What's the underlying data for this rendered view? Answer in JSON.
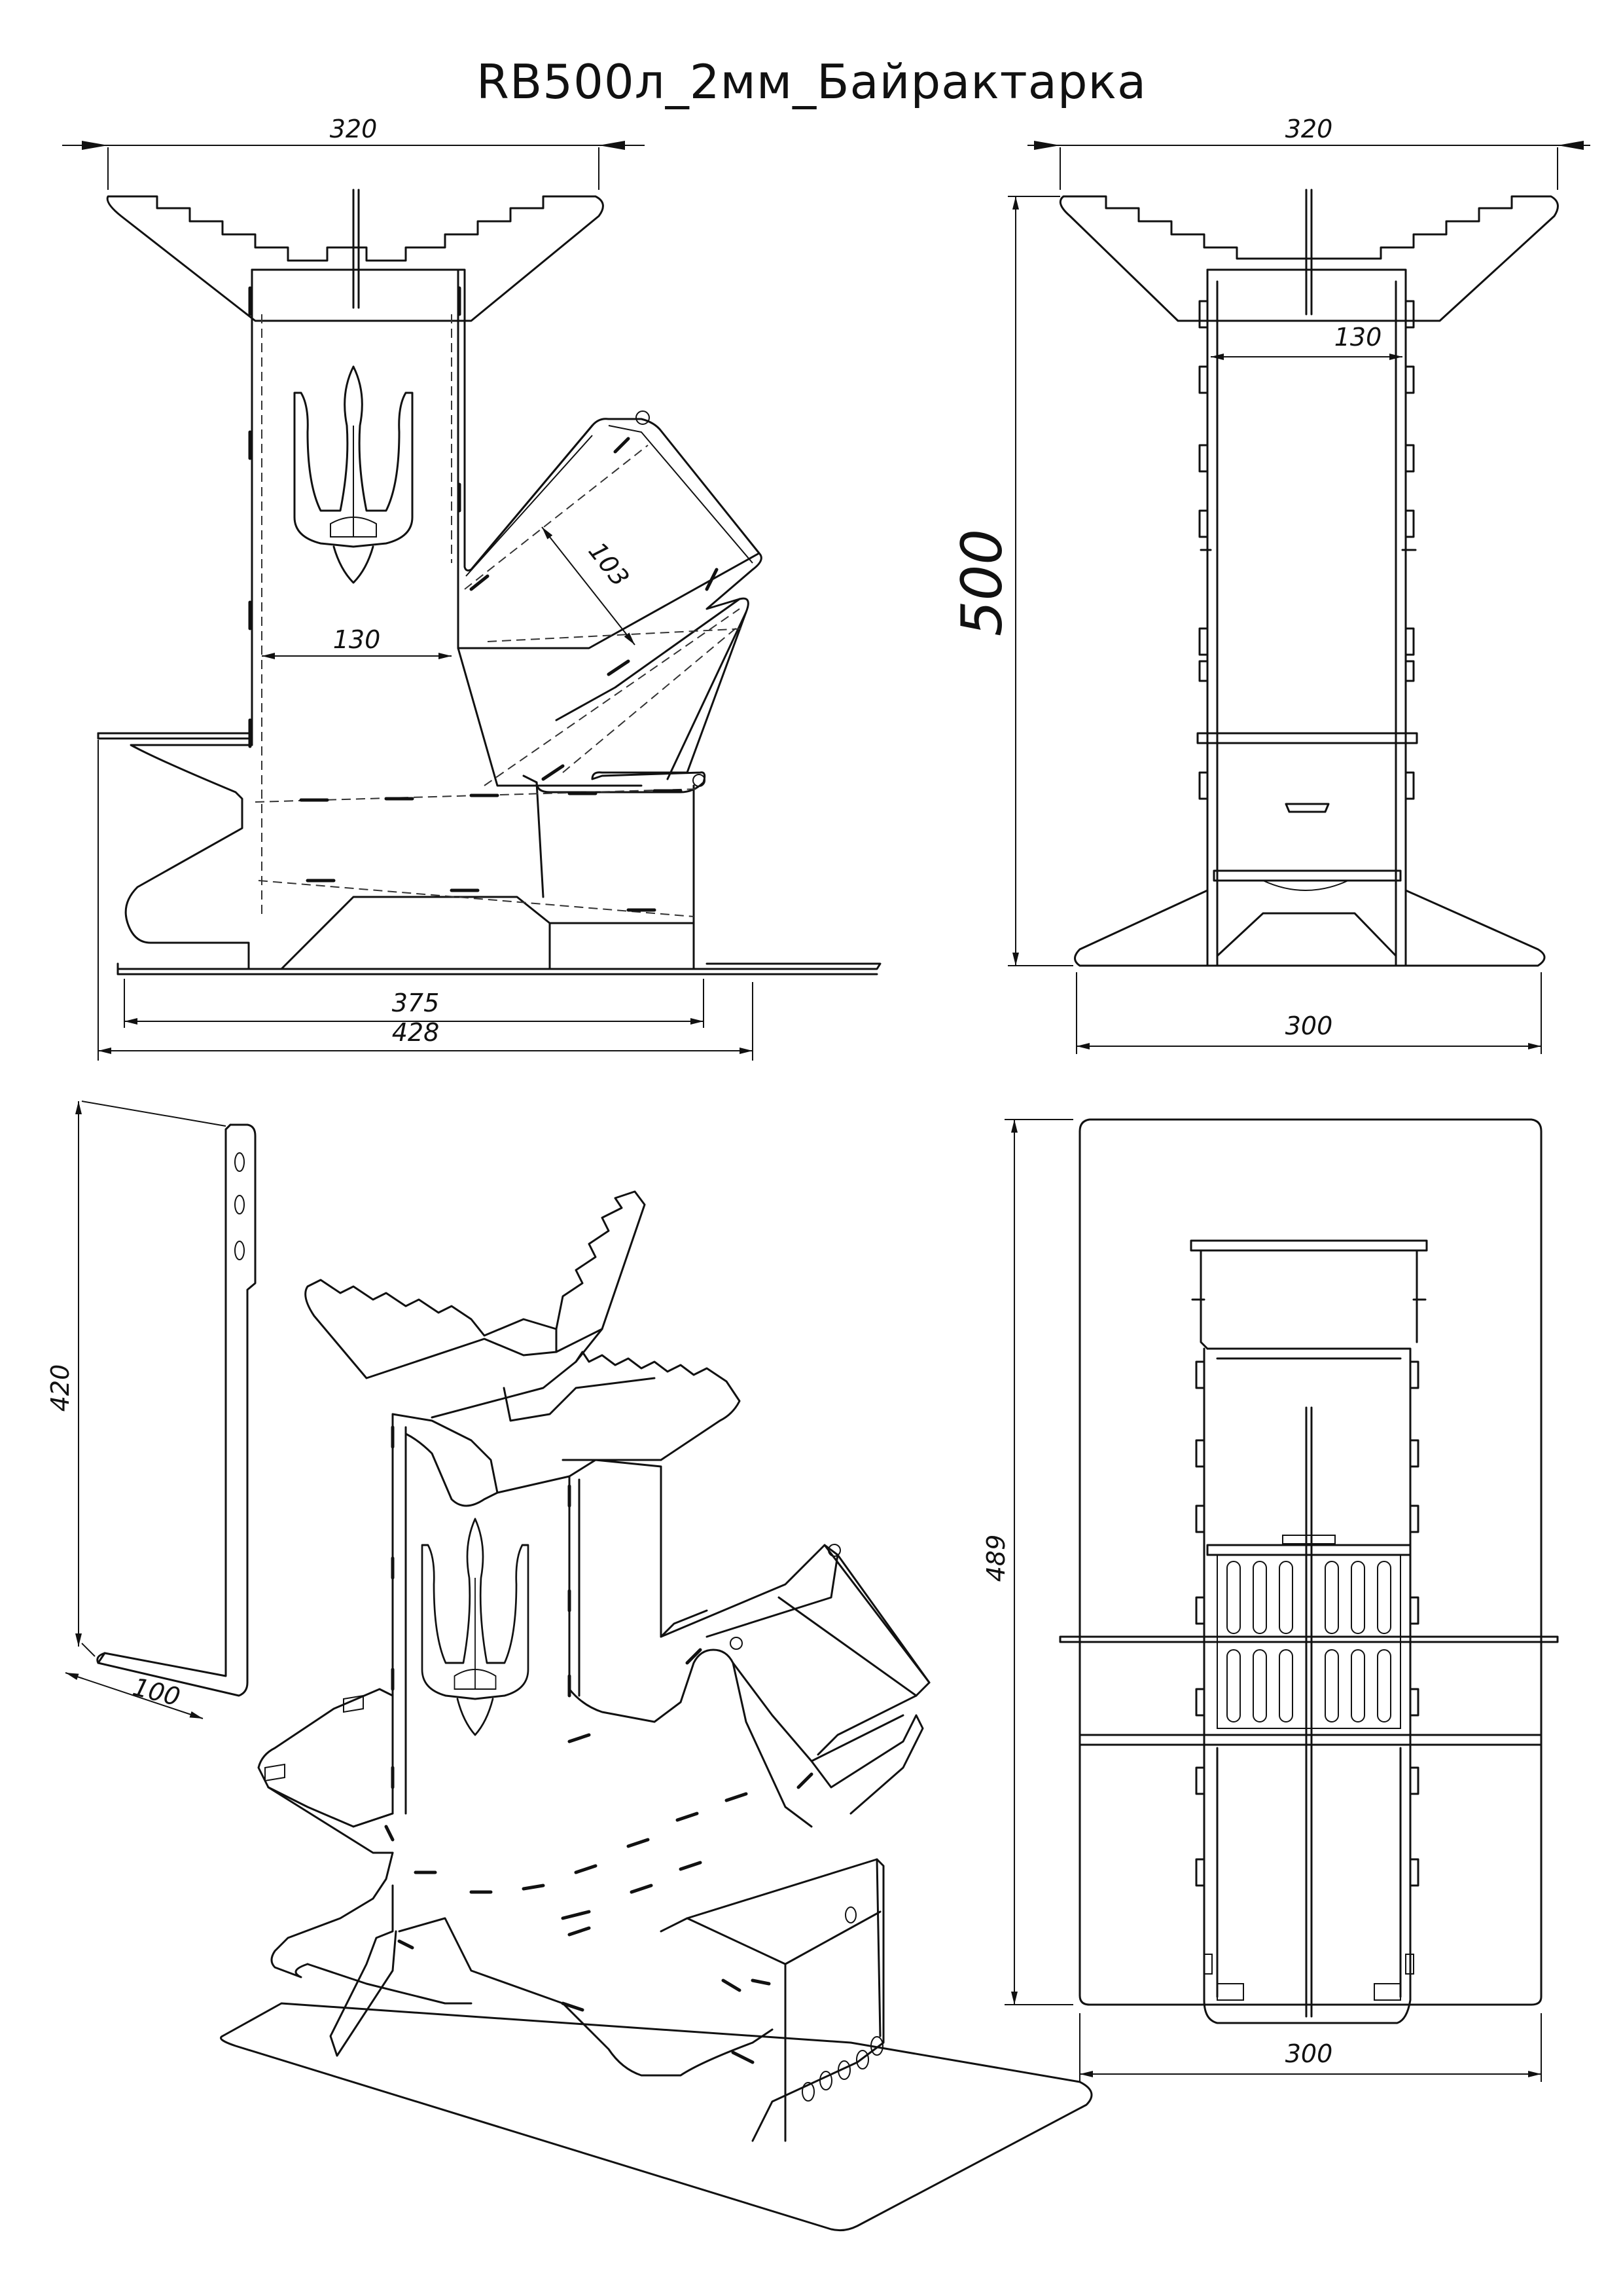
{
  "title": "RB500л_2мм_Байрактарка",
  "dimensions": {
    "front_top_width": "320",
    "front_inner_width": "130",
    "front_feed_depth": "103",
    "front_base_inner": "375",
    "front_base_total": "428",
    "height": "500",
    "side_top_width": "320",
    "side_inner_width": "130",
    "side_base_width": "300",
    "part_height": "420",
    "part_foot": "100",
    "plan_depth": "489",
    "plan_width": "300"
  }
}
